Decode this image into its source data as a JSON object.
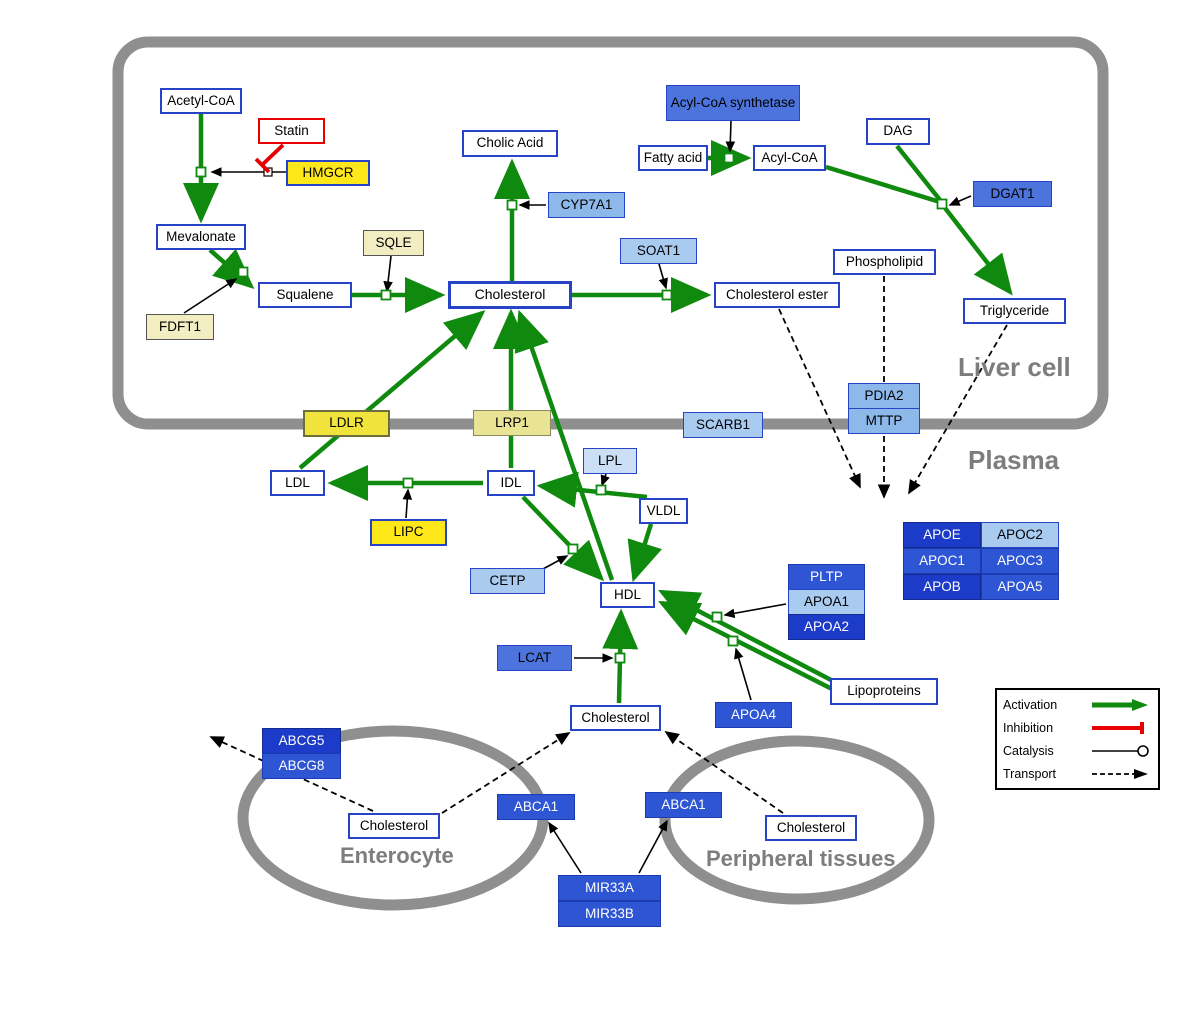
{
  "compartments": {
    "liver": "Liver cell",
    "plasma": "Plasma",
    "enterocyte": "Enterocyte",
    "peripheral": "Peripheral tissues"
  },
  "nodes": {
    "acetyl_coa": "Acetyl-CoA",
    "statin": "Statin",
    "hmgcr": "HMGCR",
    "mevalonate": "Mevalonate",
    "sqle": "SQLE",
    "fdft1": "FDFT1",
    "squalene": "Squalene",
    "cholesterol_liver": "Cholesterol",
    "cholic_acid": "Cholic Acid",
    "cyp7a1": "CYP7A1",
    "soat1": "SOAT1",
    "cholesterol_ester": "Cholesterol ester",
    "acyl_coa_synthetase": "Acyl-CoA synthetase",
    "fatty_acid": "Fatty acid",
    "acyl_coa": "Acyl-CoA",
    "dag": "DAG",
    "dgat1": "DGAT1",
    "phospholipid": "Phospholipid",
    "triglyceride": "Triglyceride",
    "ldlr": "LDLR",
    "lrp1": "LRP1",
    "scarb1": "SCARB1",
    "pdia2": "PDIA2",
    "mttp": "MTTP",
    "ldl": "LDL",
    "idl": "IDL",
    "lpl": "LPL",
    "vldl": "VLDL",
    "lipc": "LIPC",
    "cetp": "CETP",
    "hdl": "HDL",
    "lcat": "LCAT",
    "pltp": "PLTP",
    "apoa1": "APOA1",
    "apoa2": "APOA2",
    "apoa4": "APOA4",
    "lipoproteins": "Lipoproteins",
    "cholesterol_plasma": "Cholesterol",
    "apoe": "APOE",
    "apoc2": "APOC2",
    "apoc1": "APOC1",
    "apoc3": "APOC3",
    "apob": "APOB",
    "apoa5": "APOA5",
    "abcg5": "ABCG5",
    "abcg8": "ABCG8",
    "cholesterol_enterocyte": "Cholesterol",
    "abca1_enterocyte": "ABCA1",
    "abca1_peripheral": "ABCA1",
    "cholesterol_peripheral": "Cholesterol",
    "mir33a": "MIR33A",
    "mir33b": "MIR33B"
  },
  "legend": {
    "activation": "Activation",
    "inhibition": "Inhibition",
    "catalysis": "Catalysis",
    "transport": "Transport"
  },
  "colors": {
    "activation_green": "#0f8a0f",
    "inhibition_red": "#e80000",
    "membrane_gray": "#8f8f8f",
    "node_border_blue": "#2743c8",
    "gene_yellow": "#ffe81a",
    "gene_dark_blue": "#1c3bc8"
  }
}
